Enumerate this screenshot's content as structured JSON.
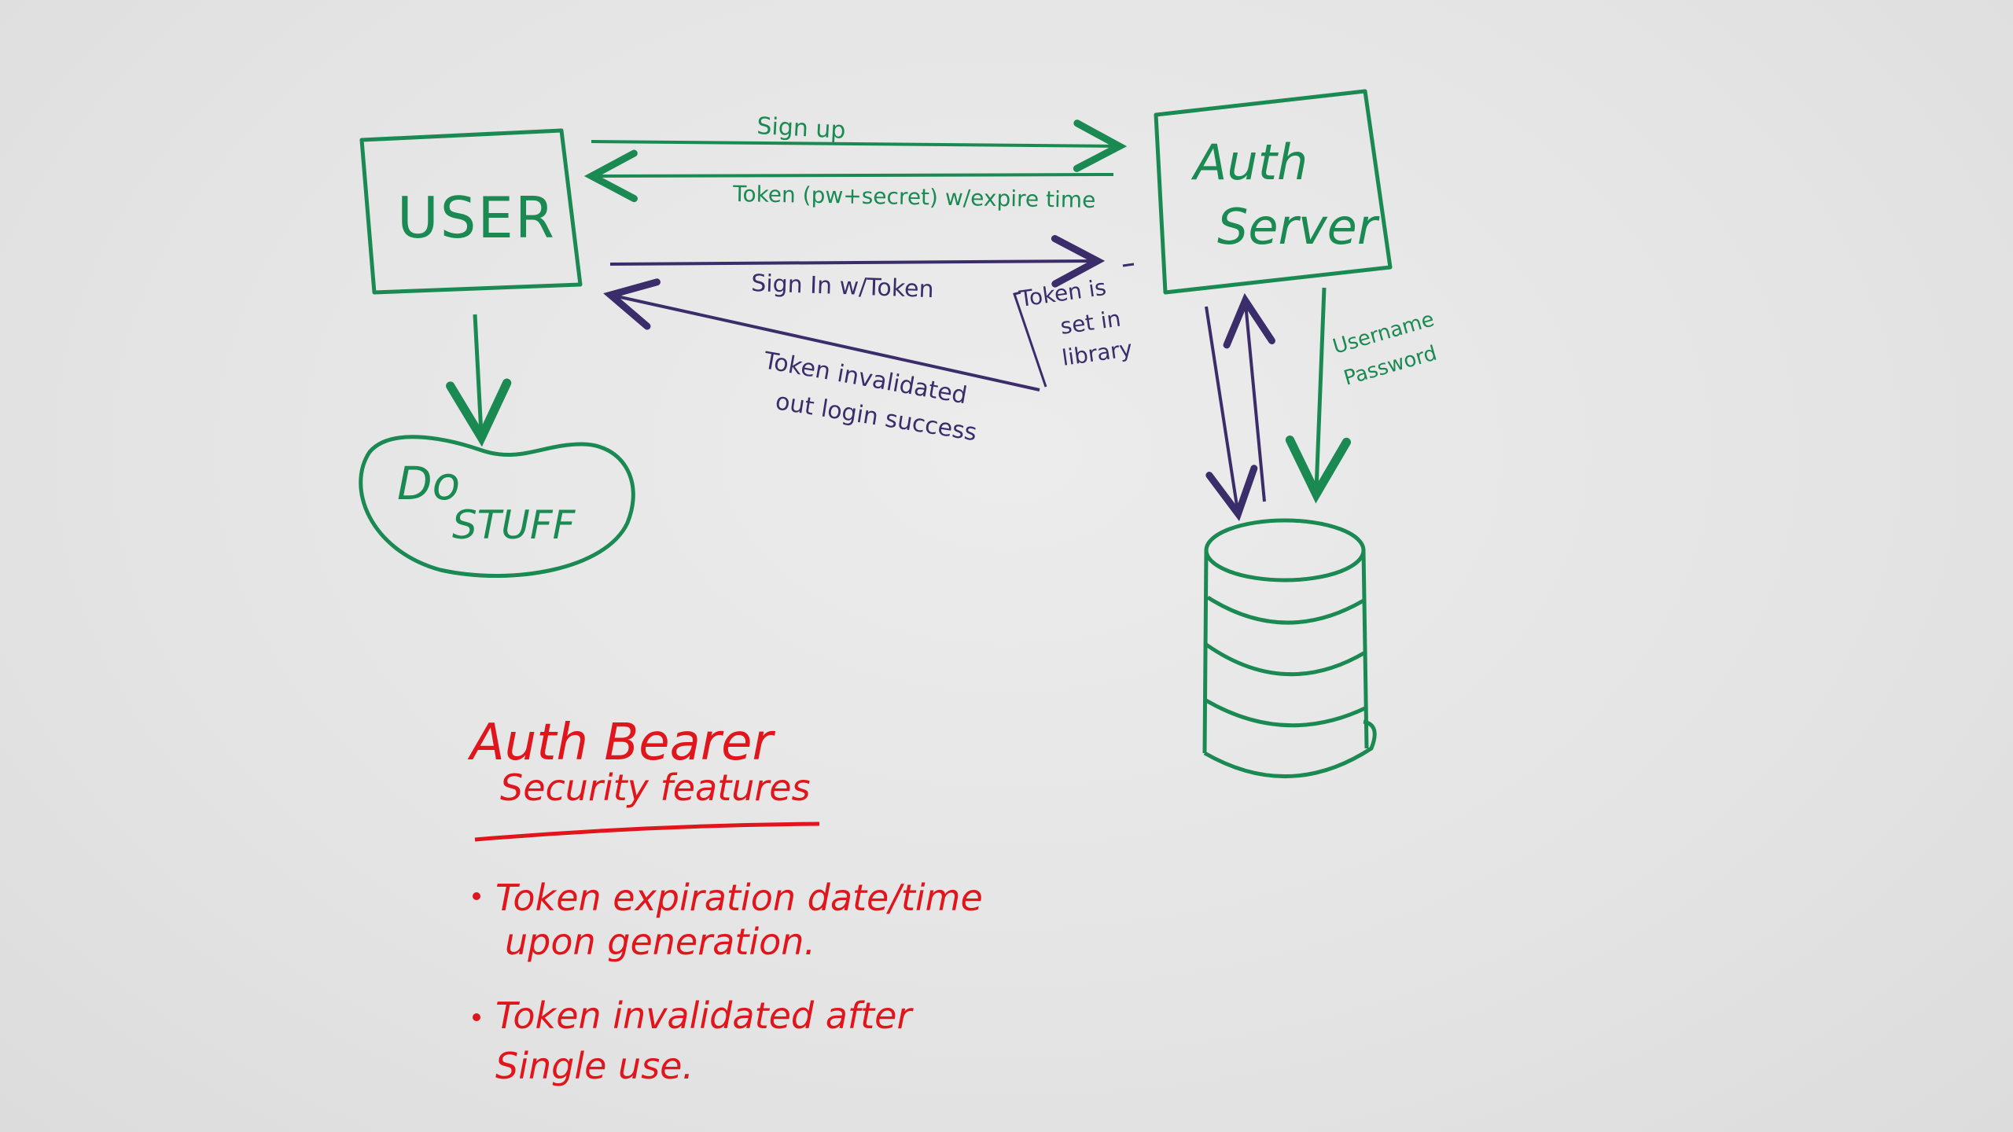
{
  "colors": {
    "green": "#1a8a52",
    "purple": "#3a2d6a",
    "red": "#e0161c",
    "board": "#e6e6e6"
  },
  "nodes": {
    "user": "USER",
    "auth_server_line1": "Auth",
    "auth_server_line2": "Server",
    "do_stuff_line1": "Do",
    "do_stuff_line2": "STUFF"
  },
  "edges": {
    "sign_up": "Sign up",
    "token_response": "Token (pw+secret) w/expire time",
    "sign_in": "Sign In w/Token",
    "token_invalidated_line1": "Token invalidated",
    "token_invalidated_line2": "out login success",
    "token_set_line1": "Token is",
    "token_set_line2": "set in",
    "token_set_line3": "library",
    "username_line1": "Username",
    "username_line2": "Password"
  },
  "notes": {
    "title_line1": "Auth Bearer",
    "title_line2": "Security features",
    "bullet1_line1": "Token expiration date/time",
    "bullet1_line2": "upon generation.",
    "bullet2_line1": "Token invalidated after",
    "bullet2_line2": "Single use."
  }
}
